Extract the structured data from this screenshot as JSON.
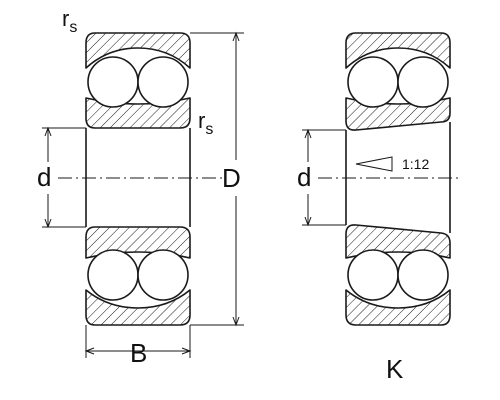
{
  "labels": {
    "rs_symbol": "r",
    "rs_subscript": "s",
    "bore": "d",
    "outer_diameter": "D",
    "width": "B",
    "taper_ratio": "1:12",
    "tapered_variant": "K"
  },
  "colors": {
    "line": "#1a1a1a",
    "background": "#ffffff"
  }
}
